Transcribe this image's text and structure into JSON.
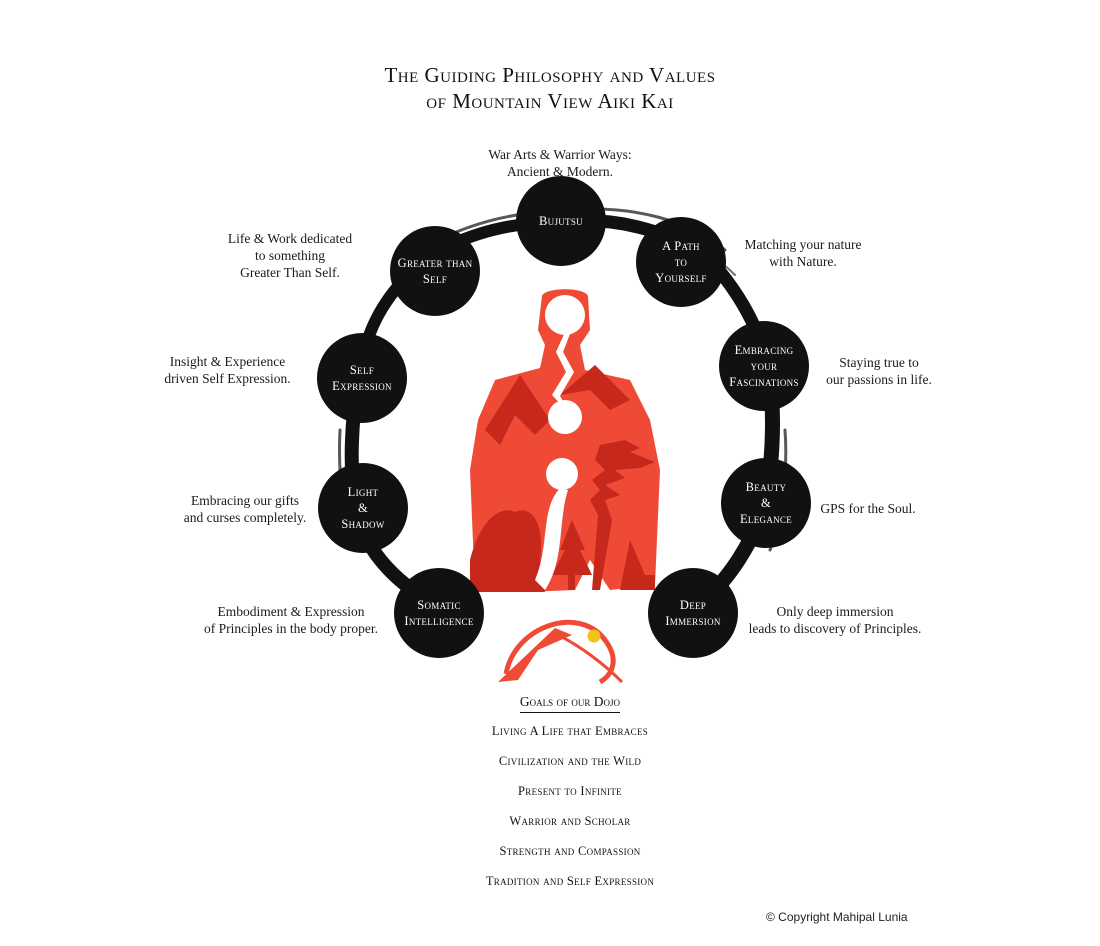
{
  "title": {
    "line1": "The Guiding Philosophy and Values",
    "line2": "of Mountain View Aiki Kai"
  },
  "colors": {
    "accent": "#ef4a35",
    "ink": "#111111",
    "sun": "#f2c21a"
  },
  "values": [
    {
      "name": "Bujutsu",
      "description": "War Arts & Warrior Ways:\nAncient & Modern."
    },
    {
      "name": "A Path\nto\nYourself",
      "description": "Matching your nature\nwith Nature."
    },
    {
      "name": "Embracing\nyour\nFascinations",
      "description": "Staying true to\nour passions in life."
    },
    {
      "name": "Beauty\n&\nElegance",
      "description": "GPS for the Soul."
    },
    {
      "name": "Deep\nImmersion",
      "description": "Only deep immersion\nleads to discovery of Principles."
    },
    {
      "name": "Somatic\nIntelligence",
      "description": "Embodiment & Expression\nof Principles in the body proper."
    },
    {
      "name": "Light\n&\nShadow",
      "description": "Embracing our gifts\nand curses completely."
    },
    {
      "name": "Self\nExpression",
      "description": "Insight & Experience\ndriven Self Expression."
    },
    {
      "name": "Greater than\nSelf",
      "description": "Life & Work dedicated\nto something\nGreater Than Self."
    }
  ],
  "goals": {
    "title": "Goals of our Dojo",
    "items": [
      "Living A Life that Embraces",
      "Civilization and the Wild",
      "Present to Infinite",
      "Warrior and Scholar",
      "Strength and Compassion",
      "Tradition and Self Expression"
    ]
  },
  "copyright": "© Copyright Mahipal Lunia"
}
